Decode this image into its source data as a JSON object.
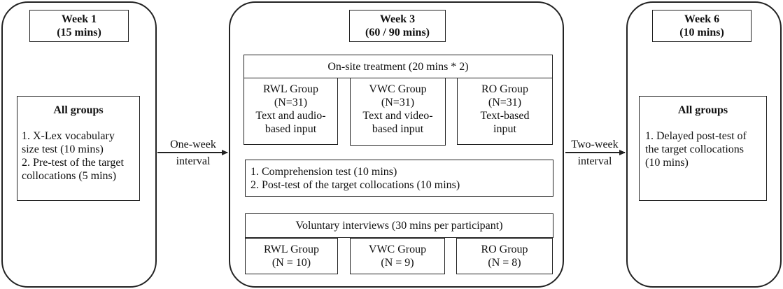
{
  "week1": {
    "title": "Week 1",
    "duration": "(15 mins)",
    "groups_title": "All groups",
    "items": [
      "1. X-Lex vocabulary",
      "size test (10 mins)",
      "2. Pre-test of the target",
      "collocations (5 mins)"
    ]
  },
  "interval1": {
    "line1": "One-week",
    "line2": "interval"
  },
  "week3": {
    "title": "Week 3",
    "duration": "(60 / 90 mins)",
    "treatment_title": "On-site treatment (20 mins * 2)",
    "groups": [
      {
        "name": "RWL Group",
        "n": "(N=31)",
        "desc1": "Text and audio-",
        "desc2": "based input"
      },
      {
        "name": "VWC Group",
        "n": "(N=31)",
        "desc1": "Text and video-",
        "desc2": "based input"
      },
      {
        "name": "RO Group",
        "n": "(N=31)",
        "desc1": "Text-based",
        "desc2": "input"
      }
    ],
    "tests": [
      "1. Comprehension test (10 mins)",
      "2. Post-test of the target collocations (10 mins)"
    ],
    "interviews_title": "Voluntary interviews (30 mins per participant)",
    "interview_groups": [
      {
        "name": "RWL Group",
        "n": "(N = 10)"
      },
      {
        "name": "VWC Group",
        "n": "(N = 9)"
      },
      {
        "name": "RO Group",
        "n": "(N = 8)"
      }
    ]
  },
  "interval2": {
    "line1": "Two-week",
    "line2": "interval"
  },
  "week6": {
    "title": "Week 6",
    "duration": "(10 mins)",
    "groups_title": "All groups",
    "items": [
      "1. Delayed post-test of",
      "the target collocations",
      "(10 mins)"
    ]
  }
}
